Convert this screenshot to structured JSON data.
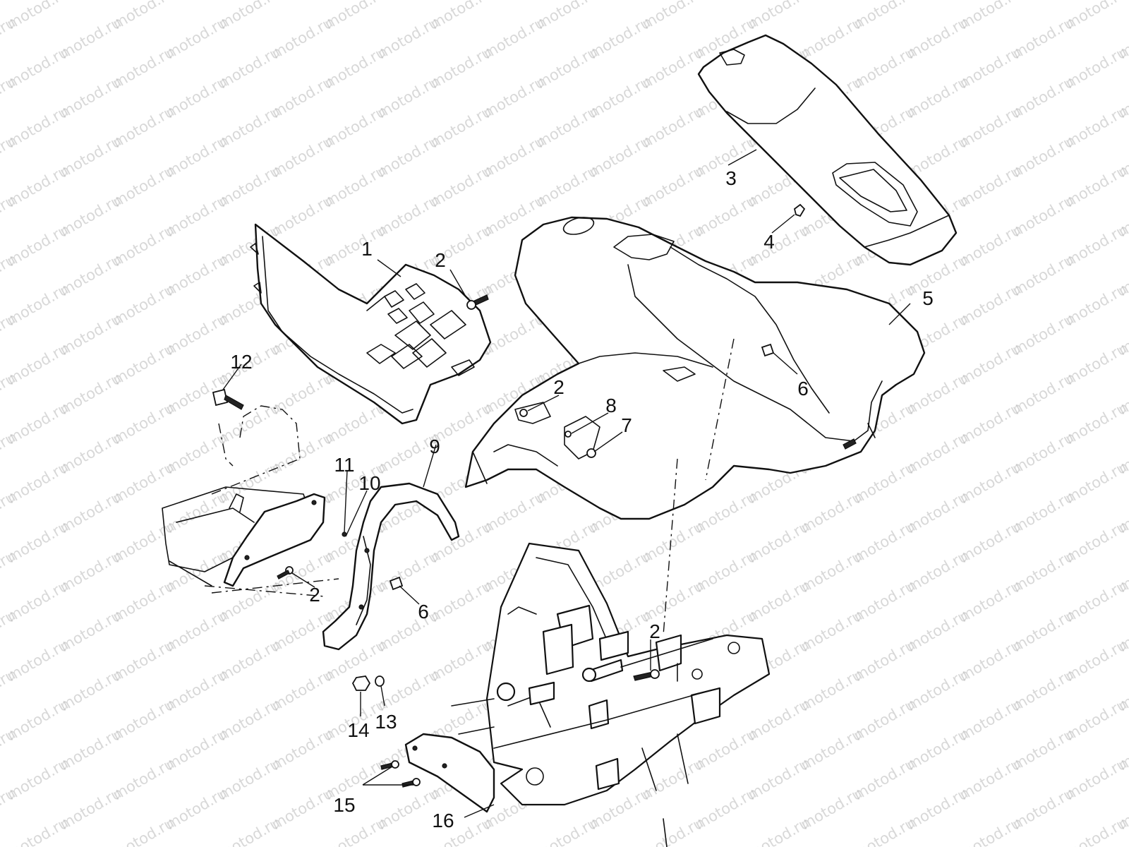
{
  "watermark": "motod.ru",
  "callouts": [
    {
      "id": "1",
      "label": "1"
    },
    {
      "id": "2a",
      "label": "2"
    },
    {
      "id": "3",
      "label": "3"
    },
    {
      "id": "4",
      "label": "4"
    },
    {
      "id": "5",
      "label": "5"
    },
    {
      "id": "6a",
      "label": "6"
    },
    {
      "id": "12",
      "label": "12"
    },
    {
      "id": "2b",
      "label": "2"
    },
    {
      "id": "8",
      "label": "8"
    },
    {
      "id": "7",
      "label": "7"
    },
    {
      "id": "9",
      "label": "9"
    },
    {
      "id": "11",
      "label": "11"
    },
    {
      "id": "10",
      "label": "10"
    },
    {
      "id": "2c",
      "label": "2"
    },
    {
      "id": "6b",
      "label": "6"
    },
    {
      "id": "2d",
      "label": "2"
    },
    {
      "id": "14",
      "label": "14"
    },
    {
      "id": "13",
      "label": "13"
    },
    {
      "id": "15",
      "label": "15"
    },
    {
      "id": "16",
      "label": "16"
    }
  ]
}
